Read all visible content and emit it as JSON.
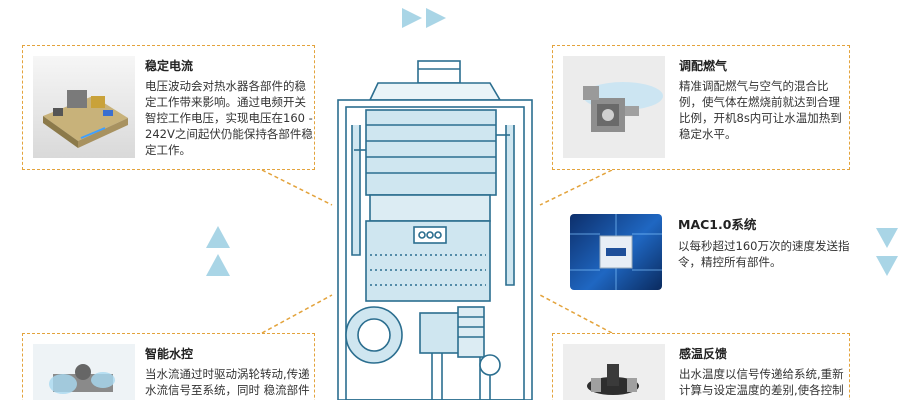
{
  "top_arrows": {
    "icon": "double-right-arrow-icon",
    "color": "#a9d5e6"
  },
  "left_arrows": {
    "icon": "double-up-arrow-icon",
    "color": "#a9d5e6"
  },
  "right_arrows": {
    "icon": "double-down-arrow-icon",
    "color": "#a9d5e6"
  },
  "cards": {
    "stable_current": {
      "title": "稳定电流",
      "text": "电压波动会对热水器各部件的稳定工作带来影响。通过电频开关智控工作电压，实现电压在160 - 242V之间起伏仍能保持各部件稳定工作。"
    },
    "gas_mix": {
      "title": "调配燃气",
      "text": "精准调配燃气与空气的混合比例，使气体在燃烧前就达到合理比例，开机8s内可让水温加热到稳定水平。"
    },
    "mac": {
      "title": "MAC1.0系统",
      "text": "以每秒超过160万次的速度发送指令，精控所有部件。"
    },
    "water_control": {
      "title": "智能水控",
      "text": "当水流通过时驱动涡轮转动,传递水流信号至系统，同时 稳流部件将波动的水压调整"
    },
    "temp_feedback": {
      "title": "感温反馈",
      "text": "出水温度以信号传递给系统,重新计算与设定温度的差别,使各控制器再次驱动各调节"
    }
  },
  "colors": {
    "dashed_border": "#e3a33c",
    "heater_line": "#2b6e8f",
    "heater_fill": "#cfe6f0"
  }
}
